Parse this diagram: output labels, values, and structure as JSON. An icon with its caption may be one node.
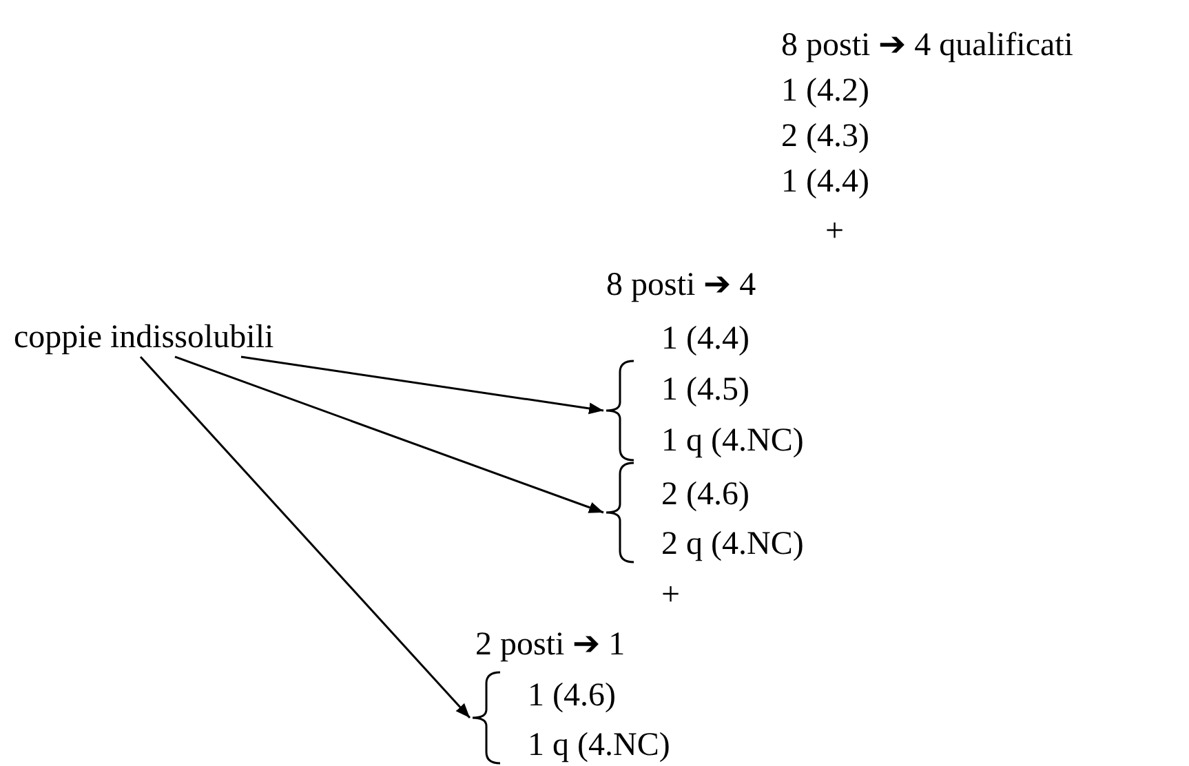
{
  "diagram": {
    "nodes": [
      {
        "text": [
          "coppie indissolubili"
        ]
      },
      {
        "text": [],
        "shape": "brace"
      },
      {
        "text": [],
        "shape": "brace"
      },
      {
        "text": [],
        "shape": "brace"
      }
    ],
    "edges": [
      {
        "from": 0,
        "to": 1,
        "arrow": "to"
      },
      {
        "from": 0,
        "to": 2,
        "arrow": "to"
      },
      {
        "from": 0,
        "to": 3,
        "arrow": "to"
      }
    ],
    "labels": [
      "8 posti ➔ 4 qualificati",
      "1 (4.2)",
      "2 (4.3)",
      "1 (4.4)",
      "+",
      "8 posti ➔ 4",
      "1 (4.4)",
      "1 (4.5)",
      "1 q (4.NC)",
      "2 (4.6)",
      "2 q (4.NC)",
      "+",
      "2 posti ➔ 1",
      "1 (4.6)",
      "1 q (4.NC)"
    ]
  }
}
